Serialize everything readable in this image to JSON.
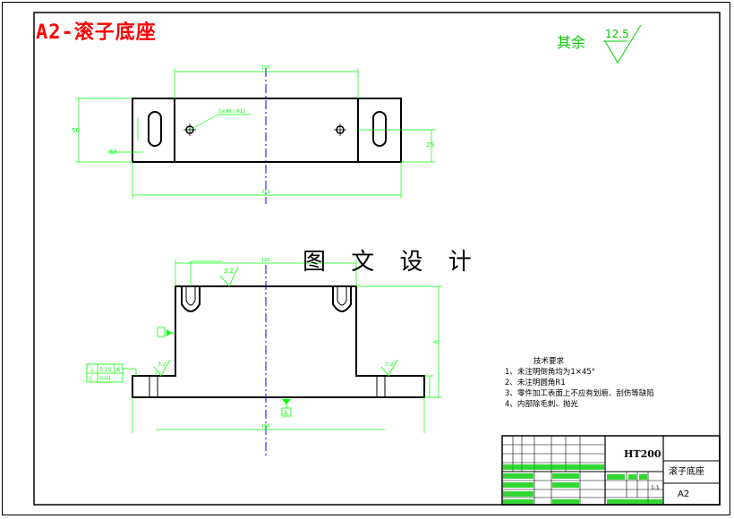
{
  "title": "A2-滚子底座",
  "watermark": "图 文 设 计",
  "surface_finish": {
    "prefix": "其余",
    "value": "12.5"
  },
  "roughness_marks": {
    "top": "3.2",
    "left_step": "3.2",
    "right_step": "3.2"
  },
  "dimensions": {
    "top_width": "150",
    "overall_length": "210",
    "height_left": "50",
    "slot_offset_left": "63",
    "right_offset": "25",
    "front_width": "120",
    "front_base_length": "190",
    "front_height": "40",
    "hole_note": "2×Φ8 ▽Φ12"
  },
  "datum_A": "A",
  "tolerance_frame": {
    "row1": {
      "symbol": "⊥",
      "value": "0.15",
      "datum": "A"
    },
    "row2": {
      "symbol": "//",
      "value": "0.01"
    }
  },
  "tech_notes": {
    "title": "技术要求",
    "items": [
      "1、未注明倒角均为1×45°",
      "2、未注明圆角R1",
      "3、零件加工表面上不应有划痕、刮伤等缺陷",
      "4、内部除毛刺、抛光"
    ]
  },
  "title_block": {
    "material": "HT200",
    "part_name": "滚子底座",
    "sheet_size": "A2",
    "scale": "1:1"
  },
  "colors": {
    "title": "#ff0000",
    "dimension": "#00ff00",
    "outline": "#000000",
    "centerline": "#0000ff",
    "surface_symbol": "#00cc00"
  }
}
